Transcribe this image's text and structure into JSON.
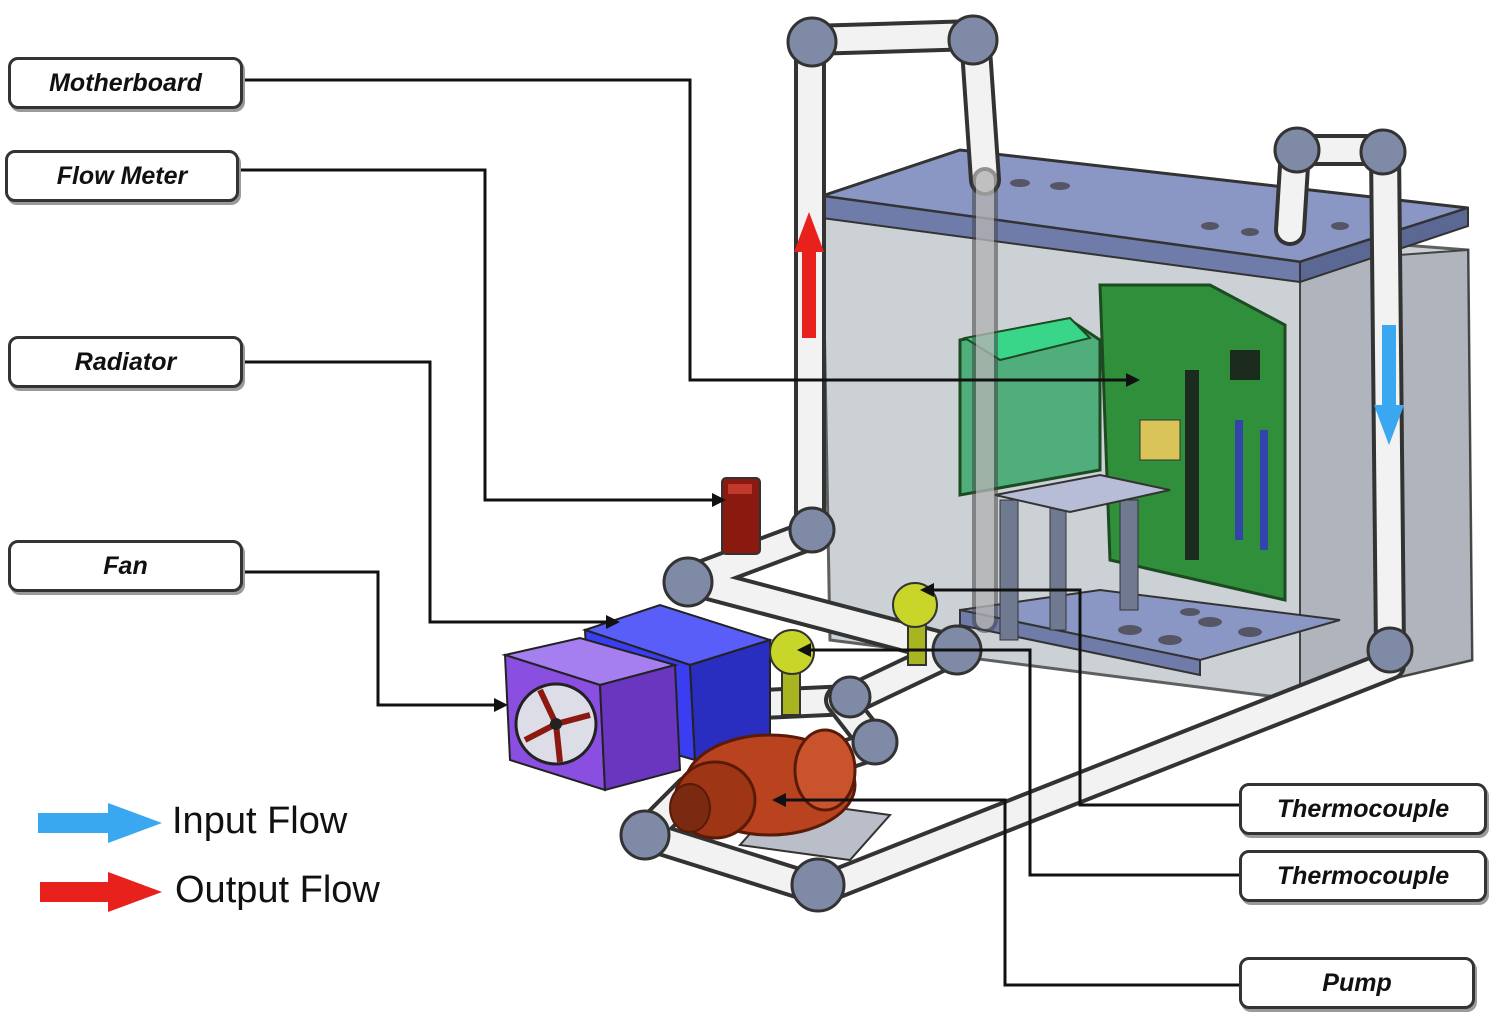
{
  "labels": {
    "motherboard": "Motherboard",
    "flow_meter": "Flow Meter",
    "radiator": "Radiator",
    "fan": "Fan",
    "thermocouple_1": "Thermocouple",
    "thermocouple_2": "Thermocouple",
    "pump": "Pump"
  },
  "legend": {
    "input_flow": "Input Flow",
    "output_flow": "Output Flow"
  },
  "colors": {
    "input_flow": "#3aa8f0",
    "output_flow": "#e8211c",
    "pipe": "#f2f2f2",
    "elbow": "#7f8aa6",
    "case_top": "#8a97c4",
    "radiator": "#3a3ef0",
    "fan": "#8a4ee0",
    "pump": "#b8431e",
    "flow_meter": "#8a1a10",
    "thermocouple": "#c8d62a",
    "motherboard": "#2f8f3a",
    "psu": "#4fae7c"
  },
  "icons": {
    "flow_arrow": "arrow-right-icon"
  }
}
